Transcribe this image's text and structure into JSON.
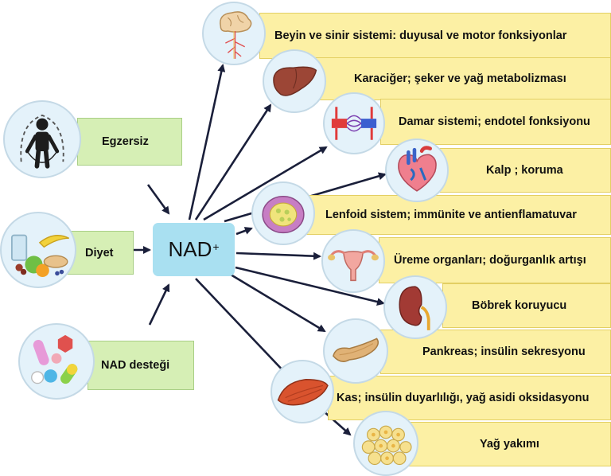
{
  "center": {
    "label": "NAD",
    "superscript": "+"
  },
  "inputs": [
    {
      "label": "Egzersiz",
      "icon": "jump-rope-person-icon"
    },
    {
      "label": "Diyet",
      "icon": "food-icon"
    },
    {
      "label": "NAD desteği",
      "icon": "supplement-pills-icon"
    }
  ],
  "effects": [
    {
      "label": "Beyin ve sinir sistemi: duyusal ve motor fonksiyonlar",
      "icon": "brain-nerves-icon"
    },
    {
      "label": "Karaciğer; şeker ve yağ metabolizması",
      "icon": "liver-icon"
    },
    {
      "label": "Damar sistemi; endotel fonksiyonu",
      "icon": "blood-vessels-icon"
    },
    {
      "label": "Kalp  ; koruma",
      "icon": "heart-icon"
    },
    {
      "label": "Lenfoid sistem; immünite ve antienflamatuvar",
      "icon": "lymphoid-cell-icon"
    },
    {
      "label": "Üreme organları; doğurganlık artışı",
      "icon": "uterus-icon"
    },
    {
      "label": "Böbrek koruyucu",
      "icon": "kidney-icon"
    },
    {
      "label": "Pankreas; insülin sekresyonu",
      "icon": "pancreas-icon"
    },
    {
      "label": "Kas; insülin duyarlılığı, yağ asidi oksidasyonu",
      "icon": "muscle-icon"
    },
    {
      "label": "Yağ yakımı",
      "icon": "fat-cells-icon"
    }
  ],
  "colors": {
    "input_box": "#d6efb5",
    "effect_box": "#fcf0a4",
    "nad_box": "#a9e0f1",
    "arrow": "#1a1f3a",
    "icon_circle": "#e4f2fa"
  }
}
